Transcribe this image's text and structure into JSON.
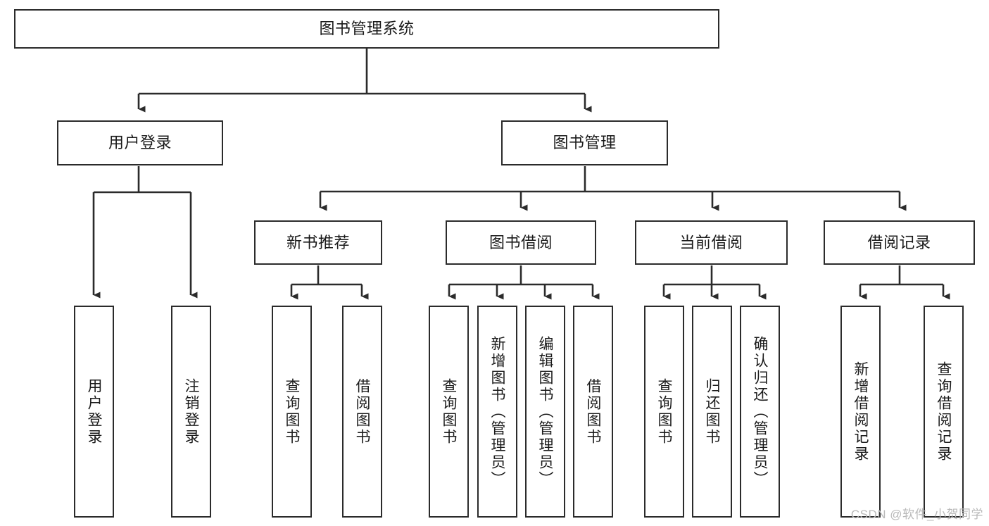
{
  "diagram": {
    "type": "tree-hierarchy",
    "title": "图书管理系统",
    "colors": {
      "stroke": "#2b2b2b",
      "fill": "#ffffff",
      "text": "#1a1a1a",
      "watermark": "#b9b9b9"
    },
    "levels": {
      "root": {
        "label": "图书管理系统"
      },
      "level2": [
        {
          "label": "用户登录"
        },
        {
          "label": "图书管理"
        }
      ],
      "level3": [
        {
          "label": "新书推荐"
        },
        {
          "label": "图书借阅"
        },
        {
          "label": "当前借阅"
        },
        {
          "label": "借阅记录"
        }
      ],
      "leaves": {
        "user_login": [
          {
            "label": "用户登录"
          },
          {
            "label": "注销登录"
          }
        ],
        "new_book_rec": [
          {
            "label": "查询图书"
          },
          {
            "label": "借阅图书"
          }
        ],
        "book_borrow": [
          {
            "label": "查询图书"
          },
          {
            "label": "新增图书（管理员）"
          },
          {
            "label": "编辑图书（管理员）"
          },
          {
            "label": "借阅图书"
          }
        ],
        "current_borrow": [
          {
            "label": "查询图书"
          },
          {
            "label": "归还图书"
          },
          {
            "label": "确认归还（管理员）"
          }
        ],
        "borrow_record": [
          {
            "label": "新增借阅记录"
          },
          {
            "label": "查询借阅记录"
          }
        ]
      }
    }
  },
  "watermark": {
    "text": "CSDN @软件_小贺同学"
  }
}
